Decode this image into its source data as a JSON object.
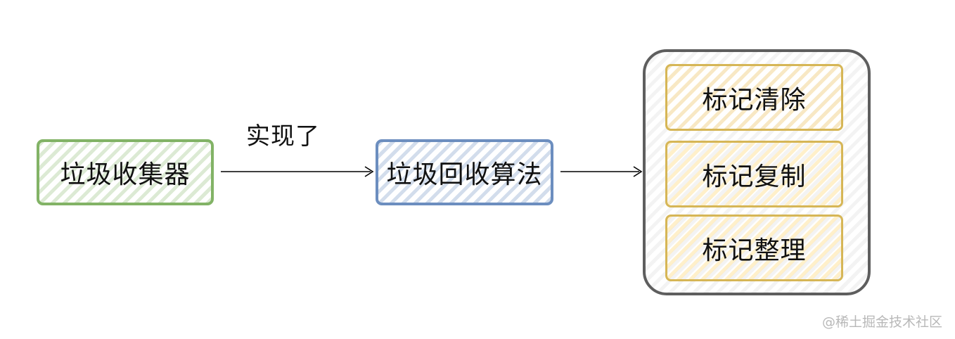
{
  "nodes": {
    "collector": "垃圾收集器",
    "algorithm": "垃圾回收算法",
    "mark_sweep": "标记清除",
    "mark_copy": "标记复制",
    "mark_compact": "标记整理"
  },
  "edges": {
    "implements": "实现了"
  },
  "watermark": "@稀土掘金技术社区",
  "colors": {
    "green_border": "#82b366",
    "blue_border": "#6c8ebf",
    "yellow_border": "#d6b656",
    "group_border": "#5e5e5e"
  }
}
